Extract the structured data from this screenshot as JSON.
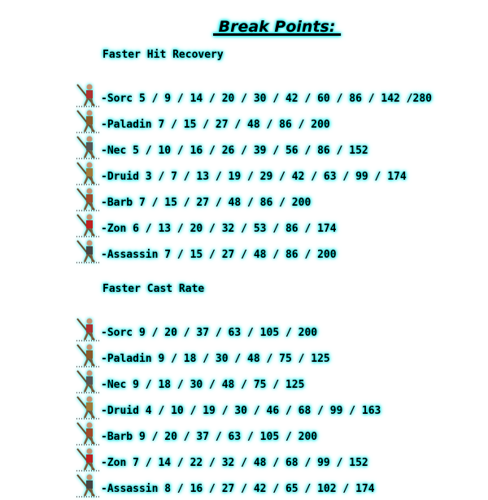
{
  "title": " Break Points: ",
  "sections": [
    {
      "heading": "Faster Hit Recovery",
      "rows": [
        {
          "icon": "sorceress-icon",
          "color": "#b03030",
          "text": "-Sorc 5 / 9 / 14 / 20 / 30 / 42 / 60 / 86 / 142 /280"
        },
        {
          "icon": "paladin-icon",
          "color": "#8a5a2a",
          "text": "-Paladin 7 / 15 / 27 / 48 / 86 / 200"
        },
        {
          "icon": "necromancer-icon",
          "color": "#555555",
          "text": "-Nec 5 / 10 / 16 / 26 / 39 / 56 / 86 / 152"
        },
        {
          "icon": "druid-icon",
          "color": "#a07a3a",
          "text": "-Druid 3 / 7 / 13 / 19 / 29 / 42 / 63 / 99 / 174"
        },
        {
          "icon": "barbarian-icon",
          "color": "#a04a2a",
          "text": "-Barb 7 / 15 / 27 / 48 / 86 / 200"
        },
        {
          "icon": "amazon-icon",
          "color": "#c02020",
          "text": "-Zon 6 / 13 / 20 / 32 / 53 / 86 / 174"
        },
        {
          "icon": "assassin-icon",
          "color": "#444444",
          "text": "-Assassin 7 / 15 / 27 / 48 / 86 / 200"
        }
      ]
    },
    {
      "heading": "Faster Cast Rate",
      "rows": [
        {
          "icon": "sorceress-icon",
          "color": "#b03030",
          "text": "-Sorc 9 / 20 / 37 / 63 / 105 / 200"
        },
        {
          "icon": "paladin-icon",
          "color": "#8a5a2a",
          "text": "-Paladin 9 / 18 / 30 / 48 / 75 / 125"
        },
        {
          "icon": "necromancer-icon",
          "color": "#555555",
          "text": "-Nec 9 / 18 / 30 / 48 / 75 / 125"
        },
        {
          "icon": "druid-icon",
          "color": "#a07a3a",
          "text": "-Druid 4 / 10 / 19 / 30 / 46 / 68 / 99 / 163"
        },
        {
          "icon": "barbarian-icon",
          "color": "#a04a2a",
          "text": "-Barb 9 / 20 / 37 / 63 / 105 / 200"
        },
        {
          "icon": "amazon-icon",
          "color": "#c02020",
          "text": "-Zon 7 / 14 / 22 / 32 / 48 / 68 / 99 / 152"
        },
        {
          "icon": "assassin-icon",
          "color": "#444444",
          "text": "-Assassin 8 / 16 / 27 / 42 / 65 / 102 / 174"
        }
      ]
    }
  ]
}
